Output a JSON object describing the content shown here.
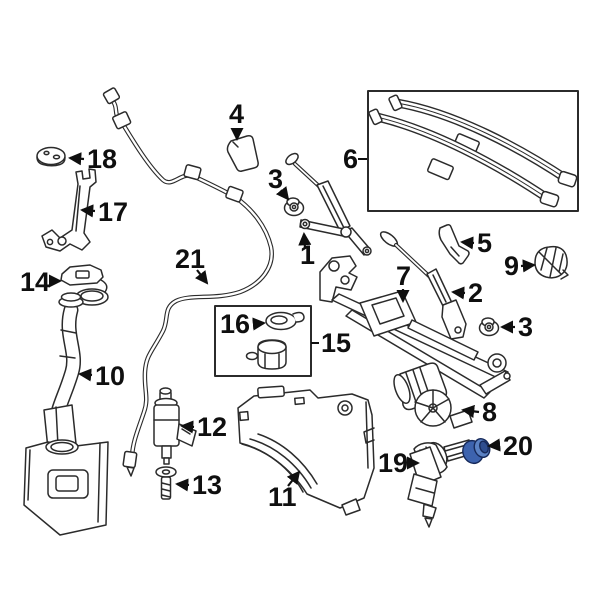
{
  "diagram": {
    "background_color": "#ffffff",
    "line_color": "#2b2b2b",
    "label_color": "#0f0f0f",
    "highlight": {
      "fill": "#3d63ae",
      "light": "#5b82c4",
      "dark": "#2e4d8f",
      "stroke": "#16295a"
    },
    "callouts": [
      {
        "number": "1"
      },
      {
        "number": "2"
      },
      {
        "number": "3"
      },
      {
        "number": "3"
      },
      {
        "number": "4"
      },
      {
        "number": "5"
      },
      {
        "number": "6"
      },
      {
        "number": "7"
      },
      {
        "number": "8"
      },
      {
        "number": "9"
      },
      {
        "number": "10"
      },
      {
        "number": "11"
      },
      {
        "number": "12"
      },
      {
        "number": "13"
      },
      {
        "number": "14"
      },
      {
        "number": "15"
      },
      {
        "number": "16"
      },
      {
        "number": "17"
      },
      {
        "number": "18"
      },
      {
        "number": "19"
      },
      {
        "number": "20"
      },
      {
        "number": "21"
      }
    ]
  }
}
